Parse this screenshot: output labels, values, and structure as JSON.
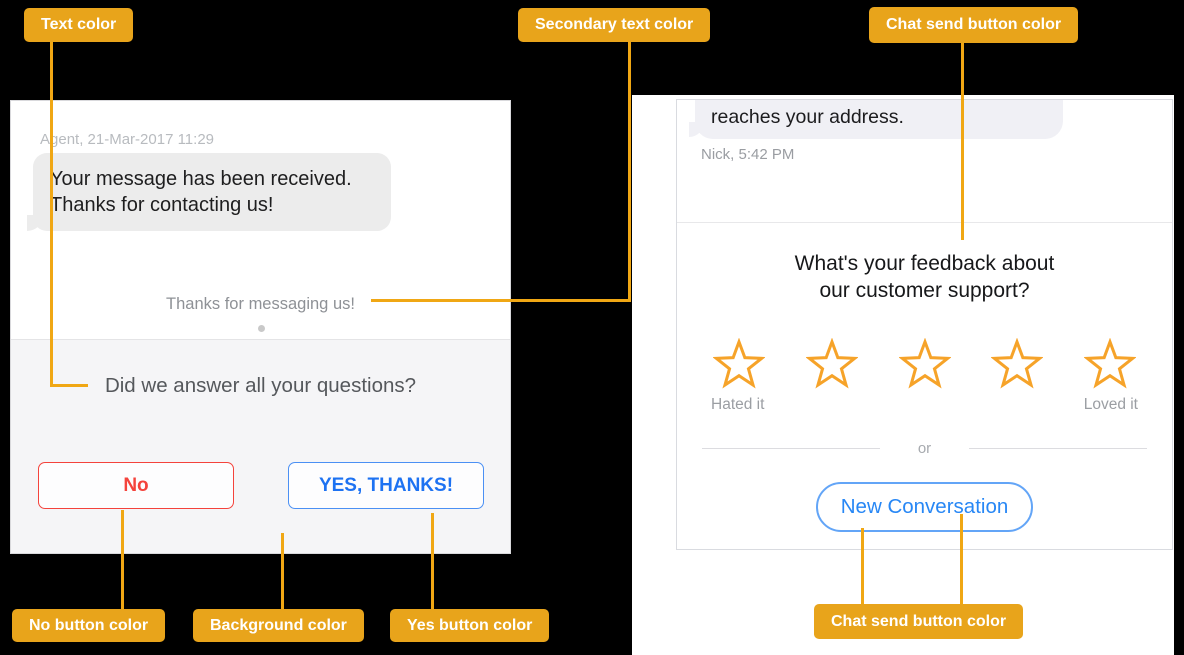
{
  "annotations": {
    "text_color": "Text color",
    "secondary_text_color": "Secondary text color",
    "chat_send_button_color_top": "Chat send button color",
    "no_button_color": "No button color",
    "background_color": "Background color",
    "yes_button_color": "Yes button color",
    "chat_send_button_color_bottom": "Chat send button color"
  },
  "colors": {
    "annotation_label": "#E8A41B",
    "annotation_line": "#F0A714",
    "text_color": "#1E1E1F",
    "secondary_text_color": "#8E9196",
    "no_button_color": "#F4433C",
    "yes_button_color": "#1D72F2",
    "background_color": "#F5F5F7",
    "chat_send_button_color": "#2787F5",
    "star_color": "#F6A329"
  },
  "left_chat": {
    "meta": "Agent, 21-Mar-2017 11:29",
    "message": "Your message has been received. Thanks for contacting us!",
    "system_note": "Thanks for messaging us!",
    "question": "Did we answer all your questions?",
    "no_label": "No",
    "yes_label": "YES, THANKS!"
  },
  "right_chat": {
    "message_fragment": "reaches your address.",
    "meta": "Nick, 5:42 PM",
    "feedback_line1": "What's your feedback about",
    "feedback_line2": "our customer support?",
    "rating": {
      "stars": 5,
      "low_label": "Hated it",
      "high_label": "Loved it"
    },
    "divider_label": "or",
    "new_conversation_label": "New Conversation"
  }
}
